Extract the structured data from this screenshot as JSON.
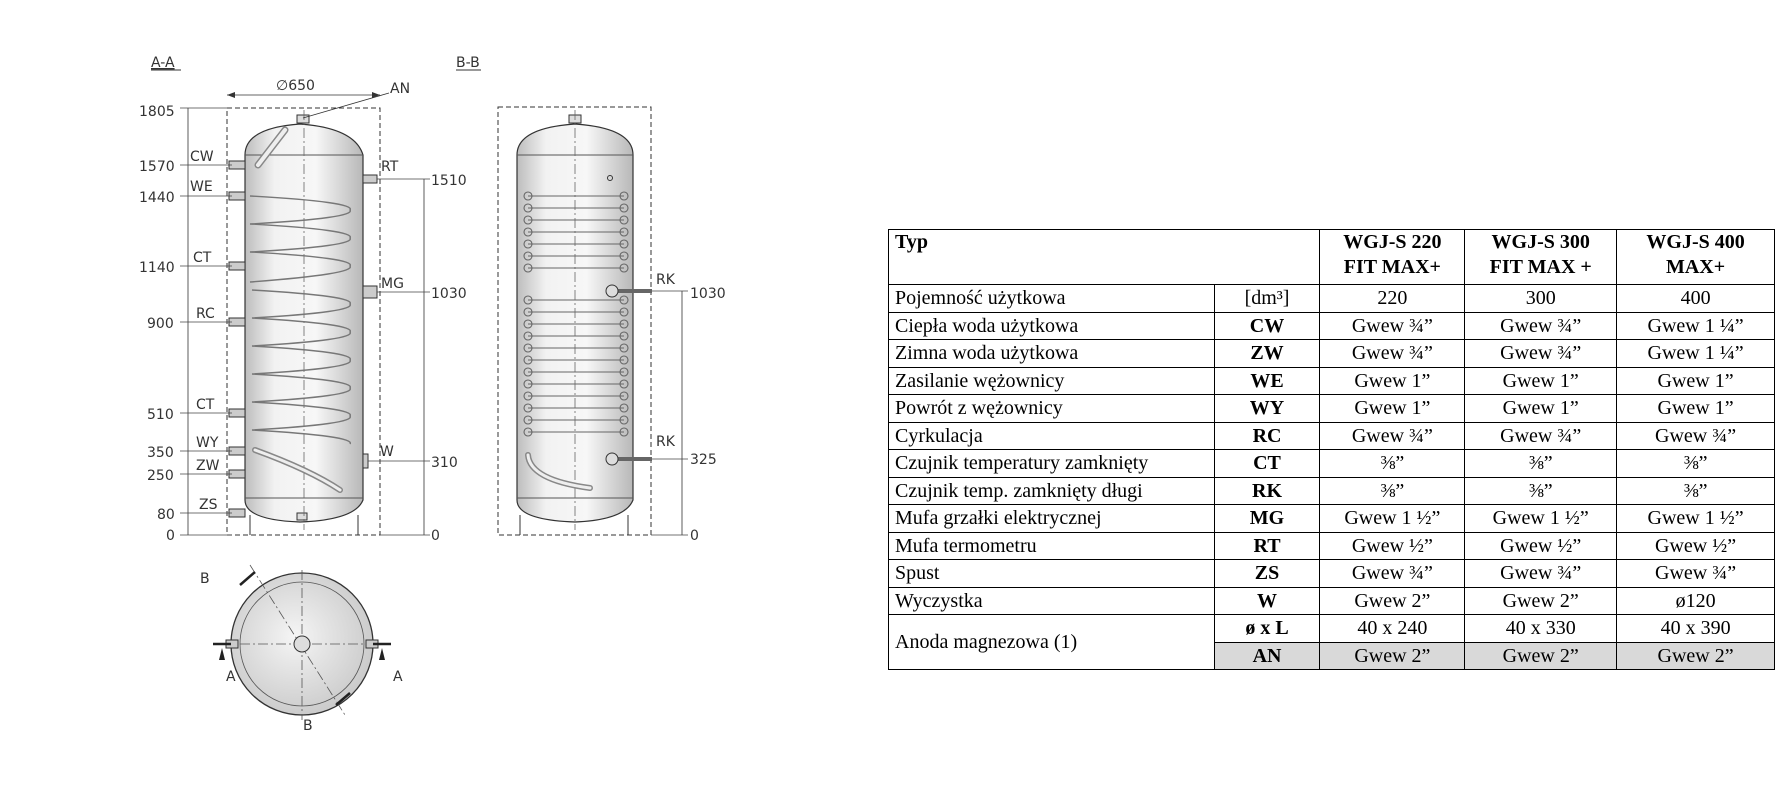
{
  "drawing": {
    "section_aa": "A-A",
    "section_bb": "B-B",
    "diameter": "∅650",
    "an": "AN",
    "left_heights": [
      "1805",
      "1570",
      "1440",
      "1140",
      "900",
      "510",
      "350",
      "250",
      "80",
      "0"
    ],
    "left_labels": [
      "CW",
      "WE",
      "CT",
      "RC",
      "CT",
      "WY",
      "ZW",
      "ZS"
    ],
    "right_labels": [
      "RT",
      "MG",
      "W"
    ],
    "right_dims": [
      "1510",
      "1030",
      "310",
      "0"
    ],
    "bb_labels": [
      "RK",
      "RK"
    ],
    "bb_dims": [
      "1030",
      "325",
      "0"
    ],
    "top_view": {
      "b": "B",
      "a": "A"
    }
  },
  "table": {
    "typ": "Typ",
    "models": [
      [
        "WGJ-S 220",
        "FIT MAX+"
      ],
      [
        "WGJ-S 300",
        "FIT MAX +"
      ],
      [
        "WGJ-S 400",
        "MAX+"
      ]
    ],
    "rows": [
      {
        "name": "Pojemność użytkowa",
        "code": "[dm³]",
        "v": [
          "220",
          "300",
          "400"
        ]
      },
      {
        "name": "Ciepła woda użytkowa",
        "code": "CW",
        "v": [
          "Gwew ¾”",
          "Gwew ¾”",
          "Gwew 1 ¼”"
        ]
      },
      {
        "name": "Zimna woda użytkowa",
        "code": "ZW",
        "v": [
          "Gwew ¾”",
          "Gwew ¾”",
          "Gwew 1 ¼”"
        ]
      },
      {
        "name": "Zasilanie wężownicy",
        "code": "WE",
        "v": [
          "Gwew 1”",
          "Gwew 1”",
          "Gwew 1”"
        ]
      },
      {
        "name": "Powrót z wężownicy",
        "code": "WY",
        "v": [
          "Gwew 1”",
          "Gwew 1”",
          "Gwew 1”"
        ]
      },
      {
        "name": "Cyrkulacja",
        "code": "RC",
        "v": [
          "Gwew  ¾”",
          "Gwew  ¾”",
          "Gwew ¾”"
        ]
      },
      {
        "name": "Czujnik temperatury zamknięty",
        "code": "CT",
        "v": [
          "⅜”",
          "⅜”",
          "⅜”"
        ]
      },
      {
        "name": "Czujnik temp. zamknięty długi",
        "code": "RK",
        "v": [
          "⅜”",
          "⅜”",
          "⅜”"
        ]
      },
      {
        "name": "Mufa grzałki elektrycznej",
        "code": "MG",
        "v": [
          "Gwew 1 ½”",
          "Gwew 1 ½”",
          "Gwew 1 ½”"
        ]
      },
      {
        "name": "Mufa termometru",
        "code": "RT",
        "v": [
          "Gwew ½”",
          "Gwew ½”",
          "Gwew ½”"
        ]
      },
      {
        "name": "Spust",
        "code": "ZS",
        "v": [
          "Gwew ¾”",
          "Gwew ¾”",
          "Gwew ¾”"
        ]
      },
      {
        "name": "Wyczystka",
        "code": "W",
        "v": [
          "Gwew 2”",
          "Gwew 2”",
          "ø120"
        ]
      }
    ],
    "anode": {
      "name": "Anoda magnezowa (1)",
      "code1": "ø x L",
      "v1": [
        "40 x 240",
        "40 x 330",
        "40 x 390"
      ],
      "code2": "AN",
      "v2": [
        "Gwew 2”",
        "Gwew 2”",
        "Gwew 2”"
      ]
    }
  }
}
